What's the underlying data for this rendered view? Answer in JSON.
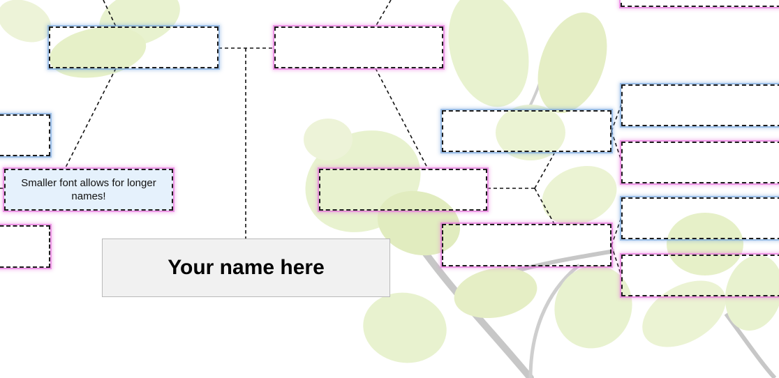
{
  "root_person": {
    "name": "Your name here"
  },
  "hint_box": {
    "text": "Smaller font allows for longer names!"
  },
  "colors": {
    "paternal_border_glow": "#6ea0dc",
    "maternal_border_glow": "#e66edc",
    "connector": "#111111",
    "root_fill": "#f1f1f1",
    "leaf_light": "#d6e7a8",
    "leaf_mid": "#b8d47a",
    "branch": "#9a9a9a"
  },
  "background": {
    "icon": "leafy-branch-watermark"
  }
}
